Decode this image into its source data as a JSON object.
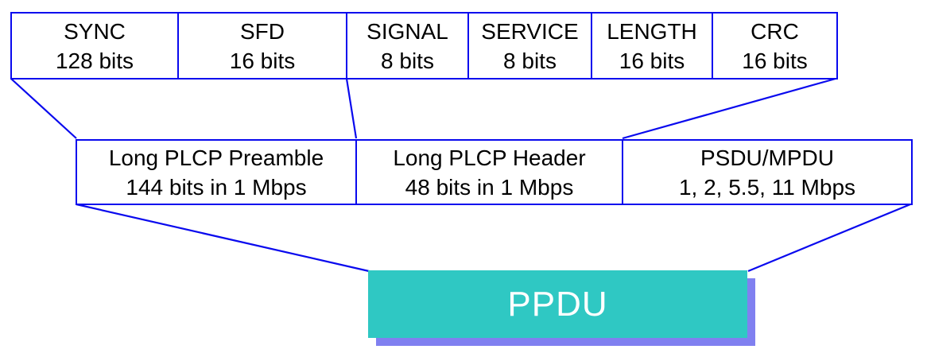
{
  "colors": {
    "line_blue": "#0909ee",
    "box_fill": "#ffffff",
    "text_black": "#000000",
    "ppdu_fill": "#2fc8c3",
    "ppdu_shadow": "#8080f0",
    "ppdu_text": "#ffffff"
  },
  "top_row": {
    "cells": [
      {
        "label": "SYNC",
        "size": "128 bits"
      },
      {
        "label": "SFD",
        "size": "16 bits"
      },
      {
        "label": "SIGNAL",
        "size": "8 bits"
      },
      {
        "label": "SERVICE",
        "size": "8 bits"
      },
      {
        "label": "LENGTH",
        "size": "16 bits"
      },
      {
        "label": "CRC",
        "size": "16 bits"
      }
    ]
  },
  "middle_row": {
    "cells": [
      {
        "label": "Long PLCP Preamble",
        "size": "144 bits in 1 Mbps"
      },
      {
        "label": "Long PLCP Header",
        "size": "48 bits in 1 Mbps"
      },
      {
        "label": "PSDU/MPDU",
        "size": "1, 2, 5.5, 11 Mbps"
      }
    ]
  },
  "ppdu": {
    "label": "PPDU"
  }
}
